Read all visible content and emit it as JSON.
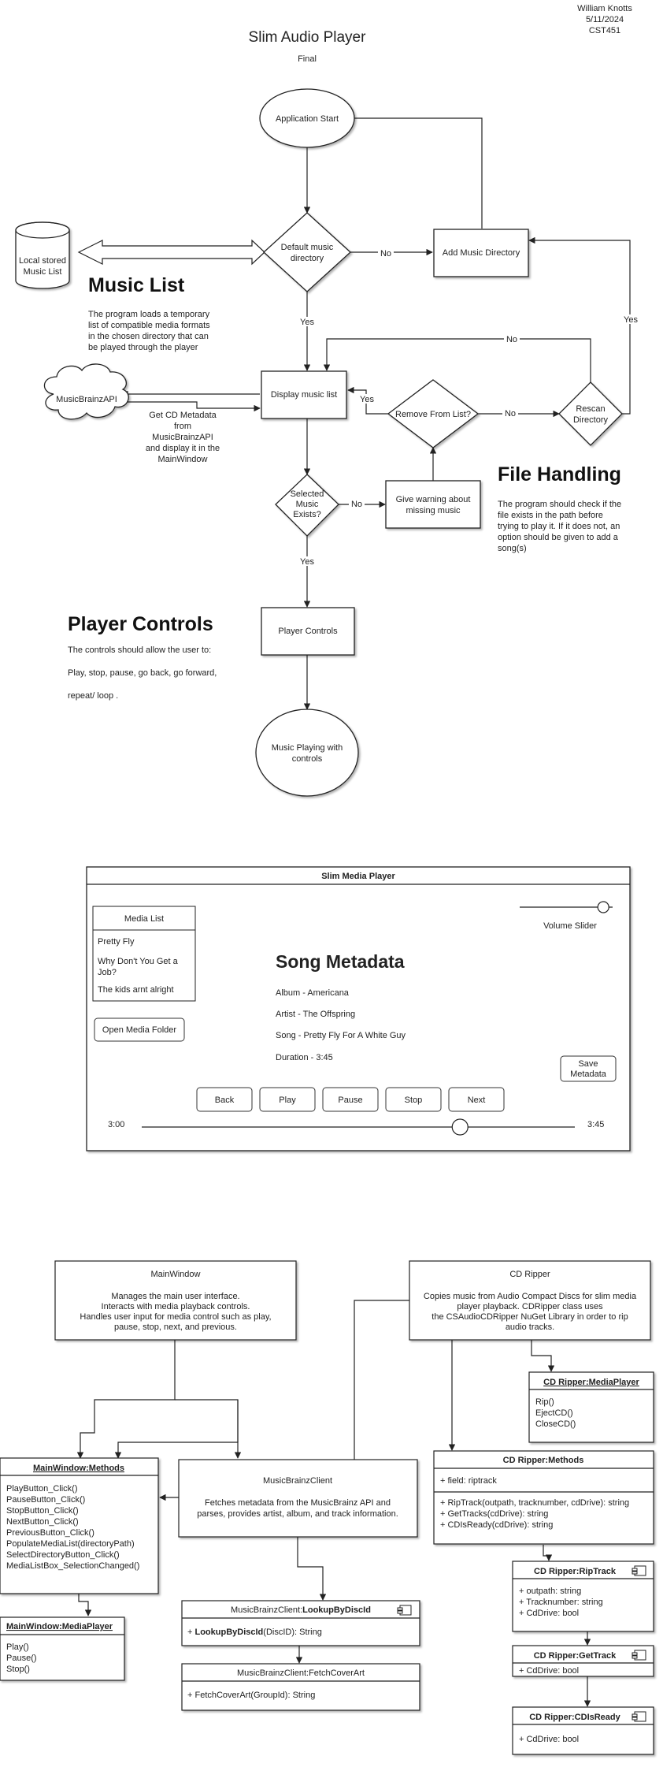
{
  "header": {
    "title": "Slim Audio Player",
    "subtitle": "Final",
    "author": "William Knotts",
    "date": "5/11/2024",
    "course": "CST451"
  },
  "flowchart": {
    "nodes": {
      "start": "Application Start",
      "default_dir": [
        "Default music",
        "directory"
      ],
      "add_dir": "Add Music Directory",
      "local_music": [
        "Local stored",
        "Music List"
      ],
      "display_list": "Display music list",
      "musicbrainz_api": "MusicBrainzAPI",
      "remove_from_list": "Remove From List?",
      "rescan": [
        "Rescan",
        "Directory"
      ],
      "selected_exists": [
        "Selected",
        "Music",
        "Exists?"
      ],
      "warning": [
        "Give warning about",
        "missing music"
      ],
      "player_controls": "Player Controls",
      "playing": [
        "Music Playing with",
        "controls"
      ]
    },
    "edge_labels": {
      "yes": "Yes",
      "no": "No"
    },
    "metadata_note": [
      "Get CD Metadata",
      "from",
      "MusicBrainzAPI",
      "and display it in the",
      "MainWindow"
    ],
    "sections": {
      "music_list": {
        "heading": "Music List",
        "text": [
          "The program loads a temporary",
          "list of compatible media formats",
          "in the chosen directory that can",
          "be played through the player"
        ]
      },
      "file_handling": {
        "heading": "File Handling",
        "text": [
          "The program should check if the",
          "file exists in the path before",
          "trying to play it. If it does not, an",
          "option should be given to add a",
          "song(s)"
        ]
      },
      "player_controls": {
        "heading": "Player Controls",
        "text": [
          "The controls should allow the user to:",
          "Play, stop, pause, go back, go forward,",
          "repeat/ loop ."
        ]
      }
    }
  },
  "mockup": {
    "window_title": "Slim Media Player",
    "media_list": {
      "title": "Media List",
      "items": [
        "Pretty Fly",
        "Why Don't You Get a",
        "Job?",
        "The kids arnt alright"
      ]
    },
    "open_folder_button": "Open Media Folder",
    "volume_label": "Volume Slider",
    "volume_level": 0.9,
    "metadata_heading": "Song Metadata",
    "metadata": {
      "album": "Album - Americana",
      "artist": "Artist - The Offspring",
      "song": "Song - Pretty Fly For A White Guy",
      "duration": "Duration - 3:45"
    },
    "save_metadata_button": [
      "Save",
      "Metadata"
    ],
    "controls": [
      "Back",
      "Play",
      "Pause",
      "Stop",
      "Next"
    ],
    "seek": {
      "current": "3:00",
      "total": "3:45",
      "progress": 0.735
    }
  },
  "class_diagram": {
    "main_window": {
      "title": "MainWindow",
      "desc": [
        "Manages the main user interface.",
        "Interacts with media playback controls.",
        "Handles user input for media control such as play,",
        "pause, stop, next, and previous."
      ]
    },
    "cd_ripper": {
      "title": "CD Ripper",
      "desc": [
        "Copies music from Audio Compact Discs for slim media",
        "player playback. CDRipper class uses",
        "the CSAudioCDRipper NuGet Library in order to rip",
        "audio tracks."
      ]
    },
    "main_methods": {
      "title": "MainWindow:Methods",
      "items": [
        "PlayButton_Click()",
        "PauseButton_Click()",
        "StopButton_Click()",
        "NextButton_Click()",
        "PreviousButton_Click()",
        "PopulateMediaList(directoryPath)",
        "SelectDirectoryButton_Click()",
        "MediaListBox_SelectionChanged()"
      ]
    },
    "main_mediaplayer": {
      "title": "MainWindow:MediaPlayer",
      "items": [
        "Play()",
        "Pause()",
        "Stop()"
      ]
    },
    "musicbrainz_client": {
      "title": "MusicBrainzClient",
      "desc": [
        "Fetches metadata from the MusicBrainz API and",
        "parses, provides artist, album, and track information."
      ]
    },
    "lookup": {
      "prefix": "MusicBrainzClient:",
      "name": "LookupByDiscId",
      "item_prefix": "+ ",
      "item_bold": "LookupByDiscId",
      "item_rest": "(DiscID): String"
    },
    "fetch": {
      "title": "MusicBrainzClient:FetchCoverArt",
      "item": "+ FetchCoverArt(GroupId): String"
    },
    "cd_mediaplayer": {
      "title": "CD Ripper:MediaPlayer",
      "items": [
        "Rip()",
        "EjectCD()",
        "CloseCD()"
      ]
    },
    "cd_methods": {
      "title": "CD Ripper:Methods",
      "field": "+ field: riptrack",
      "items": [
        "+ RipTrack(outpath, tracknumber, cdDrive): string",
        "+ GetTracks(cdDrive): string",
        "+ CDIsReady(cdDrive): string"
      ]
    },
    "riptrack": {
      "title": "CD Ripper:RipTrack",
      "items": [
        "+ outpath: string",
        "+ Tracknumber: string",
        "+ CdDrive: bool"
      ]
    },
    "gettrack": {
      "title": "CD Ripper:GetTrack",
      "items": [
        "+ CdDrive: bool"
      ]
    },
    "cdisready": {
      "title": "CD Ripper:CDIsReady",
      "items": [
        "+ CdDrive: bool"
      ]
    }
  }
}
